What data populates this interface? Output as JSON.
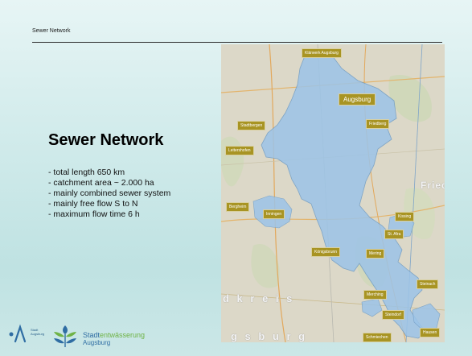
{
  "header": {
    "title": "Sewer Network"
  },
  "content": {
    "title": "Sewer Network",
    "bullets": [
      "- total length 650 km",
      "- catchment area ~ 2.000 ha",
      "- mainly combined sewer system",
      "- mainly free flow S to N",
      "- maximum flow time 6 h"
    ]
  },
  "map": {
    "labels": {
      "klaerwerk": "Klärwerk Augsburg",
      "augsburg": "Augsburg",
      "stadtbergen": "Stadtbergen",
      "friedberg": "Friedberg",
      "leitershofen": "Leitershofen",
      "bergheim": "Bergheim",
      "inningen": "Inningen",
      "kissing": "Kissing",
      "st_afra": "St. Afra",
      "koenigsbrunn": "Königsbrunn",
      "mering": "Mering",
      "merching": "Merching",
      "steinach": "Steinach",
      "steindorf": "Steindorf",
      "schmiechen": "Schmiechen",
      "hausen": "Hausen"
    },
    "overlay": {
      "fried": "Fried",
      "kreis": "d k r e i s",
      "burg": "g s b u r g"
    },
    "colors": {
      "catchment": "#9cc4e8",
      "label": "#a89423",
      "base": "#d9d6c7"
    }
  },
  "footer": {
    "logo_small_line1": "Stadt",
    "logo_small_line2": "Augsburg",
    "brand_main": "Stadt",
    "brand_accent": "entwässerung",
    "brand_city": "Augsburg"
  }
}
